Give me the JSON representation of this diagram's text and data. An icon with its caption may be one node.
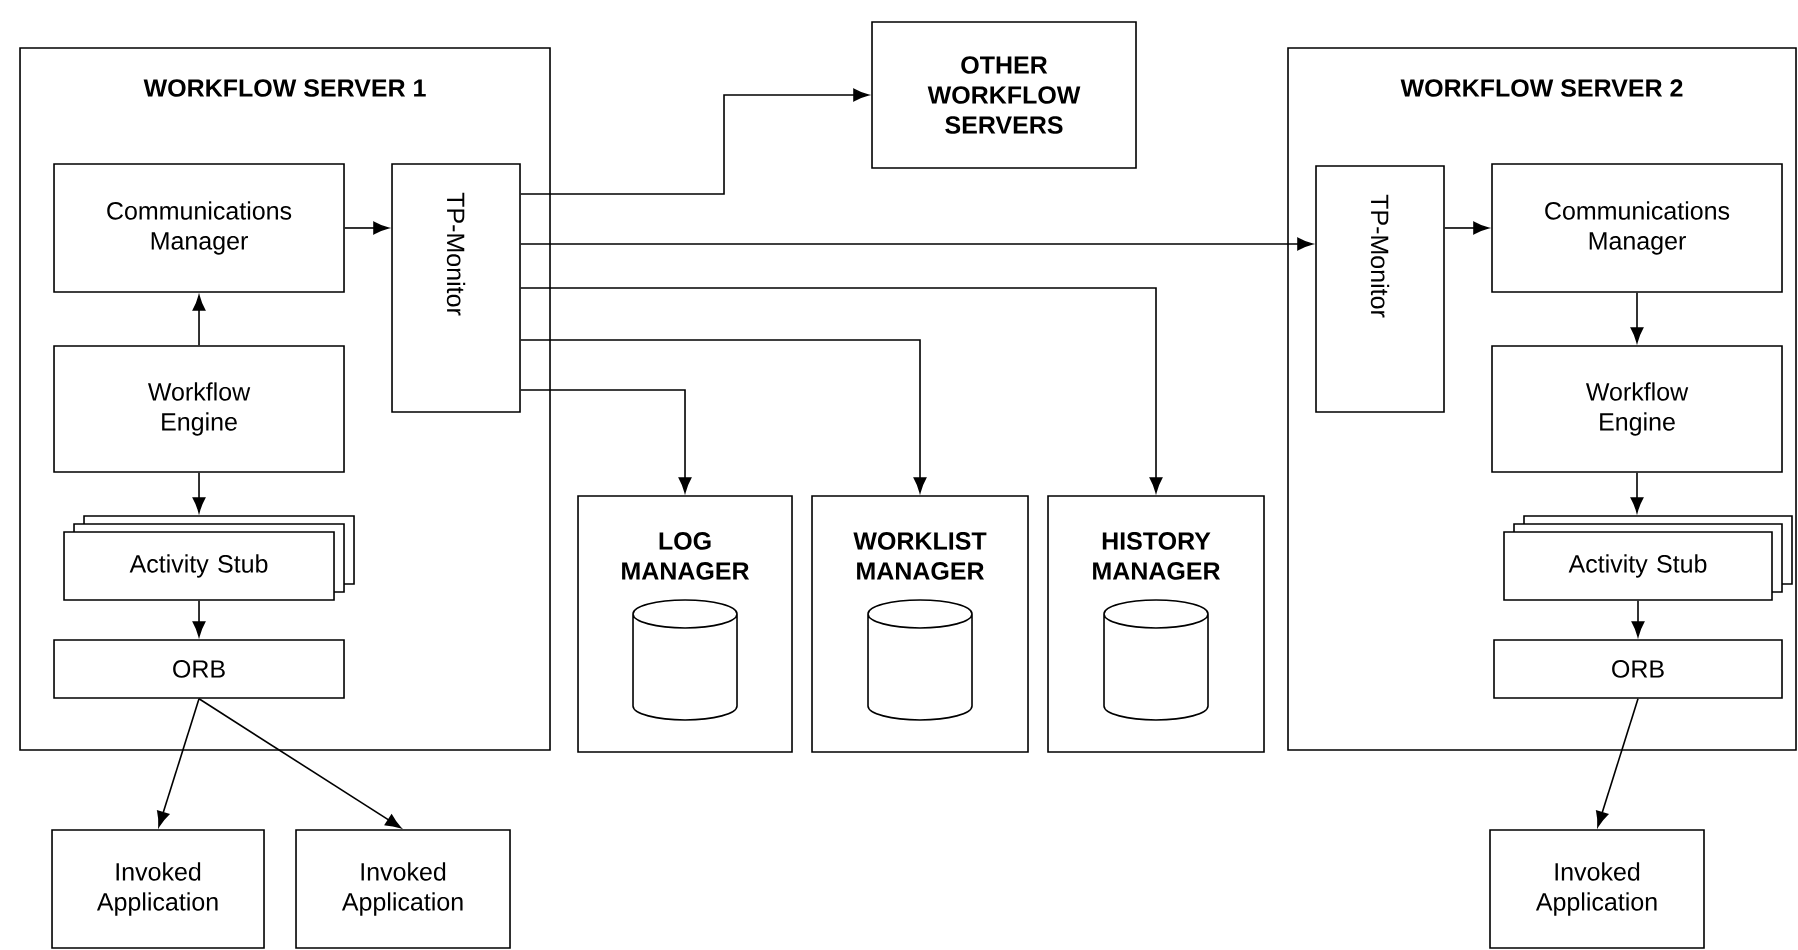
{
  "diagram": {
    "nodes": [
      {
        "text": [
          "WORKFLOW SERVER 1"
        ]
      },
      {
        "text": [
          "Communications Manager"
        ],
        "in": 0
      },
      {
        "text": [
          "TP-Monitor"
        ],
        "in": 0
      },
      {
        "text": [
          "Workflow Engine"
        ],
        "in": 0
      },
      {
        "text": [
          "Activity Stub"
        ],
        "in": 0
      },
      {
        "text": [
          "ORB"
        ],
        "in": 0
      },
      {
        "text": [
          "Invoked Application"
        ]
      },
      {
        "text": [
          "Invoked Application"
        ]
      },
      {
        "text": [
          "OTHER WORKFLOW SERVERS"
        ]
      },
      {
        "text": [
          "LOG MANAGER"
        ]
      },
      {
        "text": [
          "WORKLIST MANAGER"
        ]
      },
      {
        "text": [
          "HISTORY MANAGER"
        ]
      },
      {
        "text": [
          "WORKFLOW SERVER 2"
        ]
      },
      {
        "text": [
          "TP-Monitor"
        ],
        "in": 12
      },
      {
        "text": [
          "Communications Manager"
        ],
        "in": 12
      },
      {
        "text": [
          "Workflow Engine"
        ],
        "in": 12
      },
      {
        "text": [
          "Activity Stub"
        ],
        "in": 12
      },
      {
        "text": [
          "ORB"
        ],
        "in": 12
      },
      {
        "text": [
          "Invoked Application"
        ]
      }
    ],
    "edges": [
      {
        "from": 3,
        "to": 1,
        "arrow": "to"
      },
      {
        "from": 1,
        "to": 2,
        "arrow": "to"
      },
      {
        "from": 3,
        "to": 4,
        "arrow": "to"
      },
      {
        "from": 4,
        "to": 5,
        "arrow": "to"
      },
      {
        "from": 5,
        "to": 6,
        "arrow": "to"
      },
      {
        "from": 5,
        "to": 7,
        "arrow": "to"
      },
      {
        "from": 2,
        "to": 8,
        "arrow": "to"
      },
      {
        "from": 2,
        "to": 13,
        "arrow": "to"
      },
      {
        "from": 2,
        "to": 11,
        "arrow": "to"
      },
      {
        "from": 2,
        "to": 10,
        "arrow": "to"
      },
      {
        "from": 2,
        "to": 9,
        "arrow": "to"
      },
      {
        "from": 13,
        "to": 14,
        "arrow": "to"
      },
      {
        "from": 14,
        "to": 15,
        "arrow": "to"
      },
      {
        "from": 15,
        "to": 16,
        "arrow": "to"
      },
      {
        "from": 16,
        "to": 17,
        "arrow": "to"
      },
      {
        "from": 17,
        "to": 18,
        "arrow": "to"
      }
    ]
  }
}
